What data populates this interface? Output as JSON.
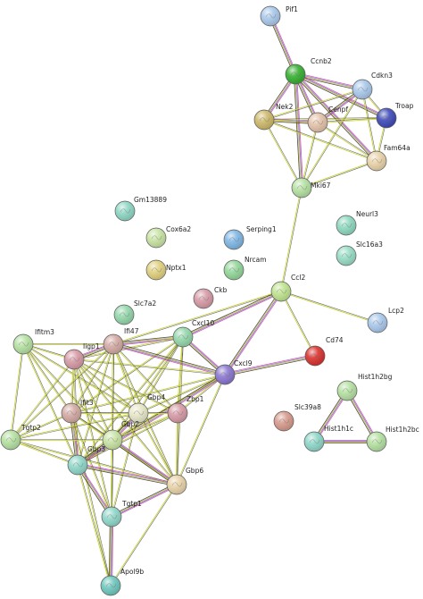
{
  "nodes": [
    {
      "id": "pif1",
      "label": "Pif1",
      "color": "#a9c8ea"
    },
    {
      "id": "ccnb2",
      "label": "Ccnb2",
      "color": "#35b030"
    },
    {
      "id": "cdkn3",
      "label": "Cdkn3",
      "color": "#a9c8ea"
    },
    {
      "id": "nek2",
      "label": "Nek2",
      "color": "#cdb86a"
    },
    {
      "id": "cenpf",
      "label": "Cenpf",
      "color": "#e3c2a9"
    },
    {
      "id": "troap",
      "label": "Troap",
      "color": "#3f4bb8"
    },
    {
      "id": "fam64a",
      "label": "Fam64a",
      "color": "#e8d2a9"
    },
    {
      "id": "mki67",
      "label": "Mki67",
      "color": "#b4e0a1"
    },
    {
      "id": "gm13889",
      "label": "Gm13889",
      "color": "#8fd6c3"
    },
    {
      "id": "cox6a2",
      "label": "Cox6a2",
      "color": "#c8e3a4"
    },
    {
      "id": "nptx1",
      "label": "Nptx1",
      "color": "#e0d07e"
    },
    {
      "id": "serping1",
      "label": "Serping1",
      "color": "#7fb6e3"
    },
    {
      "id": "nrcam",
      "label": "Nrcam",
      "color": "#93d69a"
    },
    {
      "id": "neurl3",
      "label": "Neurl3",
      "color": "#8ed8c0"
    },
    {
      "id": "slc16a3",
      "label": "Slc16a3",
      "color": "#97dcc6"
    },
    {
      "id": "ckb",
      "label": "Ckb",
      "color": "#d69aa6"
    },
    {
      "id": "ccl2",
      "label": "Ccl2",
      "color": "#bfe38f"
    },
    {
      "id": "lcp2",
      "label": "Lcp2",
      "color": "#a9c8ea"
    },
    {
      "id": "slc7a2",
      "label": "Slc7a2",
      "color": "#93d6aa"
    },
    {
      "id": "cd74",
      "label": "Cd74",
      "color": "#d9322f"
    },
    {
      "id": "ifitm3",
      "label": "Ifitm3",
      "color": "#b4e0a1"
    },
    {
      "id": "iigp1",
      "label": "Iigp1",
      "color": "#d69aa6"
    },
    {
      "id": "ifi47",
      "label": "Ifi47",
      "color": "#d3a9a3"
    },
    {
      "id": "cxcl10",
      "label": "Cxcl10",
      "color": "#93d6aa"
    },
    {
      "id": "cxcl9",
      "label": "Cxcl9",
      "color": "#8a76cf"
    },
    {
      "id": "hist1h2bg",
      "label": "Hist1h2bg",
      "color": "#b4e0a1"
    },
    {
      "id": "ifit3",
      "label": "Ifit3",
      "color": "#d3a9a3"
    },
    {
      "id": "gbp4",
      "label": "Gbp4",
      "color": "#e6e6c8"
    },
    {
      "id": "zbp1",
      "label": "Zbp1",
      "color": "#d69aa6"
    },
    {
      "id": "slc39a8",
      "label": "Slc39a8",
      "color": "#d69a8c"
    },
    {
      "id": "tgtp2",
      "label": "Tgtp2",
      "color": "#b4e0a1"
    },
    {
      "id": "gbp2",
      "label": "Gbp2",
      "color": "#c8e3a4"
    },
    {
      "id": "hist1h1c",
      "label": "Hist1h1c",
      "color": "#8fd6c8"
    },
    {
      "id": "hist1h2bc",
      "label": "Hist1h2bc",
      "color": "#b4e0a1"
    },
    {
      "id": "gbp3",
      "label": "Gbp3",
      "color": "#8fd6c8"
    },
    {
      "id": "gbp6",
      "label": "Gbp6",
      "color": "#e8d2a9"
    },
    {
      "id": "tgtp1",
      "label": "Tgtp1",
      "color": "#8fd6c8"
    },
    {
      "id": "apol9b",
      "label": "Apol9b",
      "color": "#6fc7bd"
    }
  ]
}
